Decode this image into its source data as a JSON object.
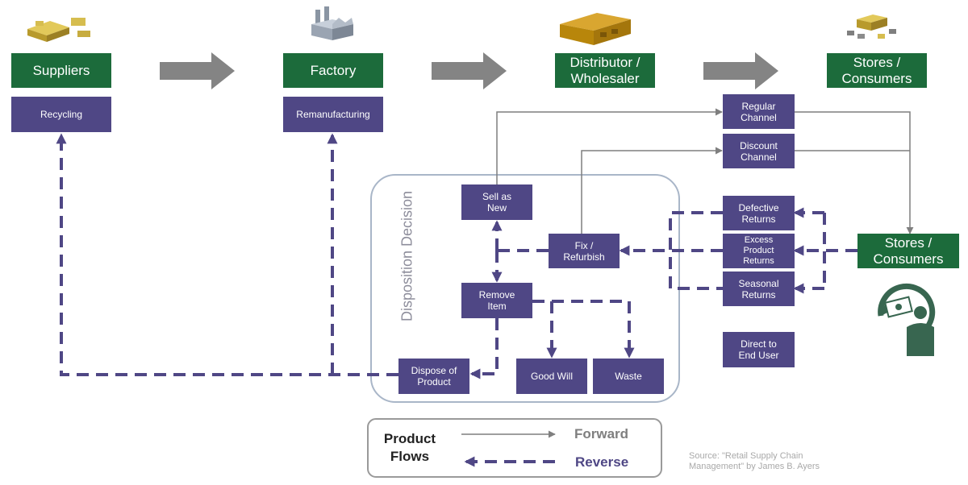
{
  "stages": {
    "suppliers": "Suppliers",
    "factory": "Factory",
    "distributor": "Distributor /\nWholesaler",
    "stores_top": "Stores /\nConsumers",
    "stores_right": "Stores /\nConsumers"
  },
  "boxes": {
    "recycling": "Recycling",
    "remanufacturing": "Remanufacturing",
    "regular_channel": "Regular\nChannel",
    "discount_channel": "Discount\nChannel",
    "sell_as_new": "Sell as\nNew",
    "fix_refurbish": "Fix /\nRefurbish",
    "remove_item": "Remove\nItem",
    "dispose_of_product": "Dispose of\nProduct",
    "good_will": "Good Will",
    "waste": "Waste",
    "defective_returns": "Defective\nReturns",
    "excess_product_returns": "Excess\nProduct\nReturns",
    "seasonal_returns": "Seasonal\nReturns",
    "direct_to_end_user": "Direct to\nEnd User"
  },
  "disposition_label": "Disposition Decision",
  "legend": {
    "title": "Product\nFlows",
    "forward": "Forward",
    "reverse": "Reverse"
  },
  "source": "Source: \"Retail Supply Chain\nManagement\" by James B. Ayers",
  "icons": [
    "supplies-icon",
    "factory-icon",
    "warehouse-icon",
    "store-goods-icon",
    "consumer-return-icon"
  ],
  "colors": {
    "stage_green": "#1c6b3b",
    "box_purple": "#4f4785",
    "forward_line": "#7f7f7f",
    "reverse_line": "#4f4785"
  }
}
